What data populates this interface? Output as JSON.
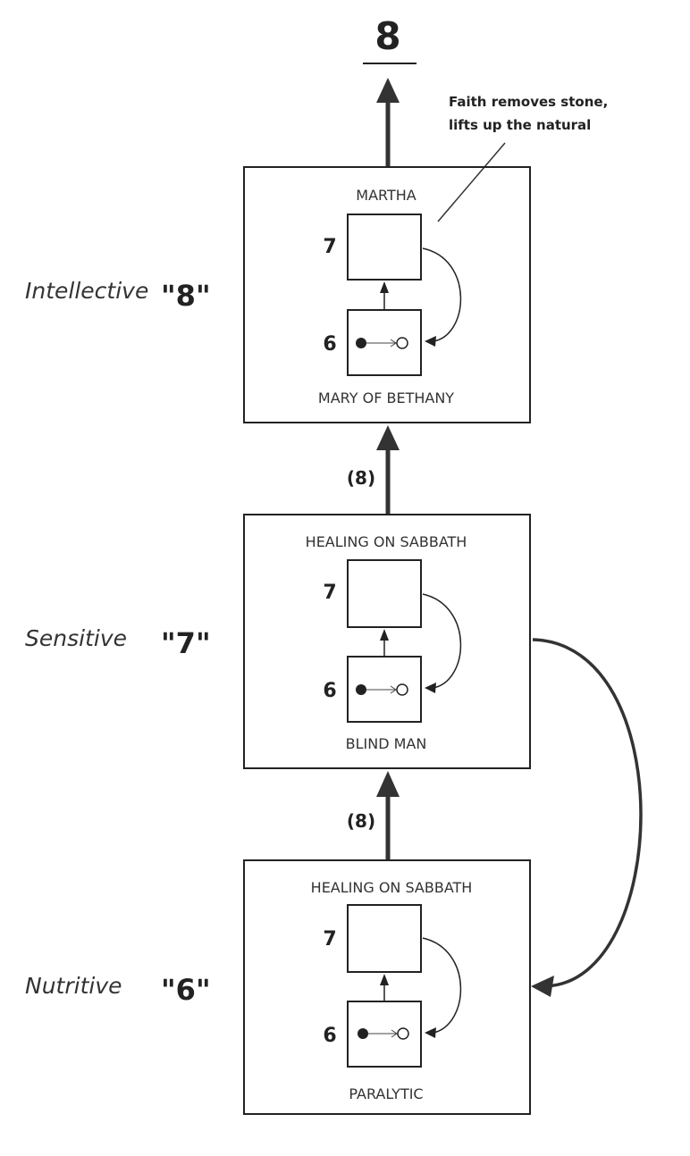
{
  "top_label": "8",
  "annotation": {
    "line1": "Faith removes stone,",
    "line2": "lifts up the natural"
  },
  "levels": [
    {
      "side_label": "Intellective",
      "quote_number": "\"8\"",
      "top_caption": "MARTHA",
      "bottom_caption": "MARY OF BETHANY",
      "upper_box_number": "7",
      "lower_box_number": "6"
    },
    {
      "side_label": "Sensitive",
      "quote_number": "\"7\"",
      "top_caption": "HEALING ON SABBATH",
      "bottom_caption": "BLIND MAN",
      "upper_box_number": "7",
      "lower_box_number": "6"
    },
    {
      "side_label": "Nutritive",
      "quote_number": "\"6\"",
      "top_caption": "HEALING ON SABBATH",
      "bottom_caption": "PARALYTIC",
      "upper_box_number": "7",
      "lower_box_number": "6"
    }
  ],
  "connectors": [
    {
      "label": "(8)"
    },
    {
      "label": "(8)"
    }
  ]
}
